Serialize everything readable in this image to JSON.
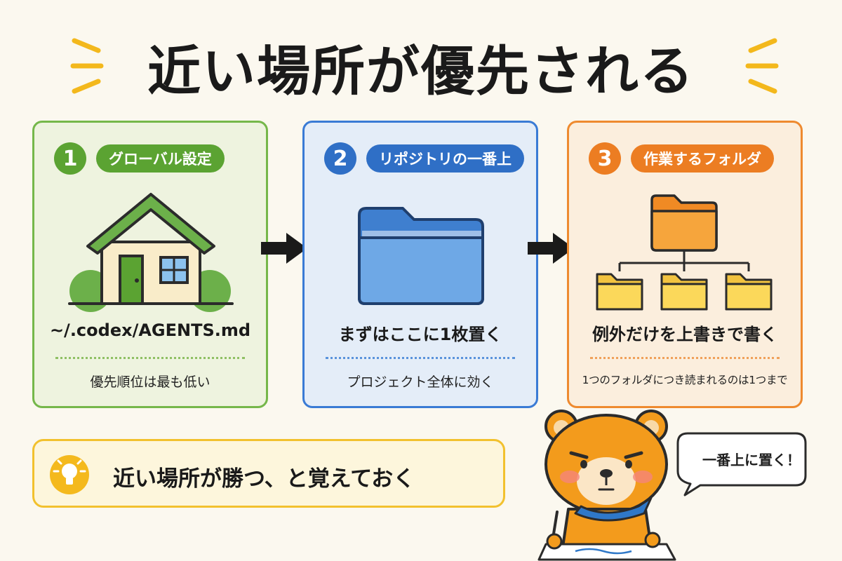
{
  "title": "近い場所が優先される",
  "steps": [
    {
      "number": "1",
      "label": "グローバル設定",
      "main": "~/.codex/AGENTS.md",
      "sub": "優先順位は最も低い",
      "illustration": "house-icon",
      "color": "#5ba332"
    },
    {
      "number": "2",
      "label": "リポジトリの一番上",
      "main": "まずはここに1枚置く",
      "sub": "プロジェクト全体に効く",
      "illustration": "folder-icon",
      "color": "#2f6fc6"
    },
    {
      "number": "3",
      "label": "作業するフォルダ",
      "main": "例外だけを上書きで書く",
      "sub": "1つのフォルダにつき読まれるのは1つまで",
      "illustration": "folder-tree-icon",
      "color": "#ec7d22"
    }
  ],
  "tip": {
    "icon": "lightbulb-icon",
    "text": "近い場所が勝つ、と覚えておく"
  },
  "speech": {
    "text": "一番上に置く！"
  },
  "mascot": "bear-mascot"
}
